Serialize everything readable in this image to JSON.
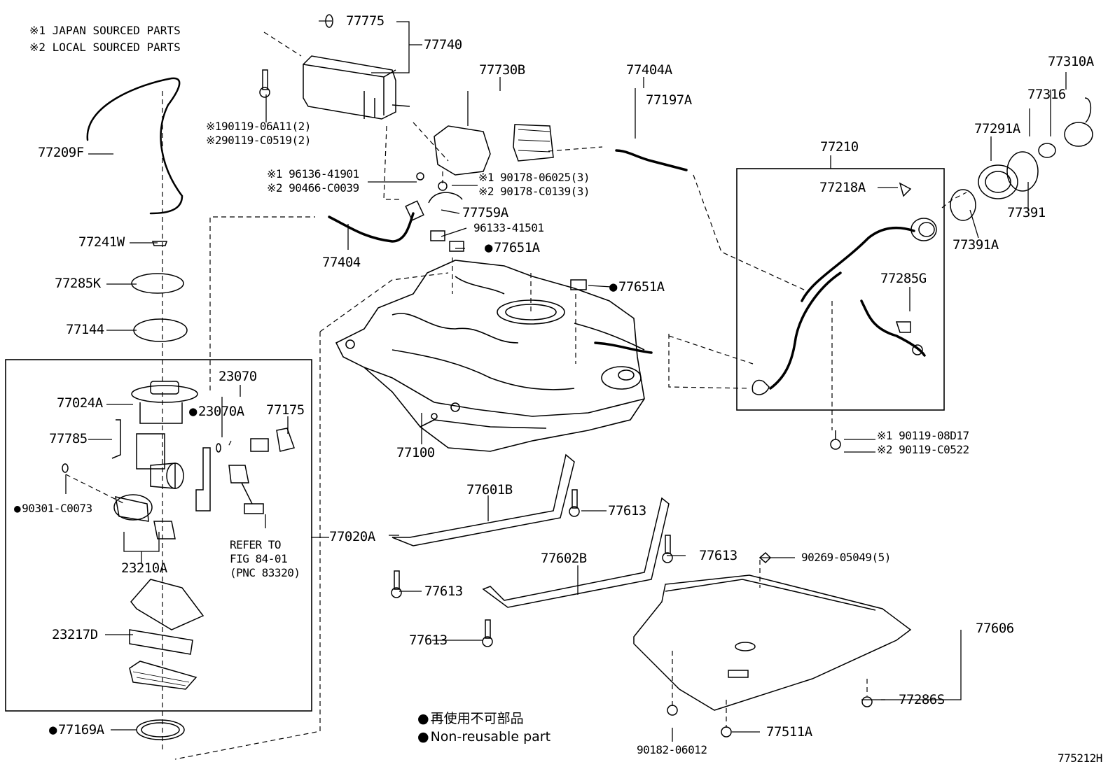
{
  "notes": {
    "japan": "※1 JAPAN SOURCED PARTS",
    "local": "※2 LOCAL SOURCED PARTS"
  },
  "legend": {
    "jp": "再使用不可部品",
    "en": "Non-reusable part"
  },
  "diagram_id": "775212H",
  "refer": [
    "REFER TO",
    "FIG 84-01",
    "(PNC 83320)"
  ],
  "labels": {
    "p77775": "77775",
    "p77740": "77740",
    "p77730B": "77730B",
    "p77404A": "77404A",
    "p77197A": "77197A",
    "p77310A": "77310A",
    "p77316": "77316",
    "p77291A": "77291A",
    "p77210": "77210",
    "p77218A": "77218A",
    "p77391": "77391",
    "p77391A": "77391A",
    "p77285G": "77285G",
    "p77209F": "77209F",
    "bolt_jp_top": "※190119-06A11(2)",
    "bolt_loc_top": "※290119-C0519(2)",
    "clip_jp": "※1 96136-41901",
    "clip_loc": "※2 90466-C0039",
    "nut_jp": "※1 90178-06025(3)",
    "nut_loc": "※2 90178-C0139(3)",
    "p77759A": "77759A",
    "p96133": "96133-41501",
    "p77651A_a": "77651A",
    "p77651A_b": "77651A",
    "p77241W": "77241W",
    "p77404": "77404",
    "p77285K": "77285K",
    "p77144": "77144",
    "p23070": "23070",
    "p77024A": "77024A",
    "p23070A": "23070A",
    "p77175": "77175",
    "p77785": "77785",
    "p77100": "77100",
    "p90301": "90301-C0073",
    "p23210A": "23210A",
    "p77020A": "77020A",
    "p77601B": "77601B",
    "p77613_a": "77613",
    "p77613_b": "77613",
    "p77613_c": "77613",
    "p77613_d": "77613",
    "p77602B": "77602B",
    "p90269": "90269-05049(5)",
    "p77606": "77606",
    "p23217D": "23217D",
    "p77286S": "77286S",
    "p77169A": "77169A",
    "p77511A": "77511A",
    "p90182": "90182-06012",
    "bolt_jp_right": "※1 90119-08D17",
    "bolt_loc_right": "※2 90119-C0522"
  }
}
